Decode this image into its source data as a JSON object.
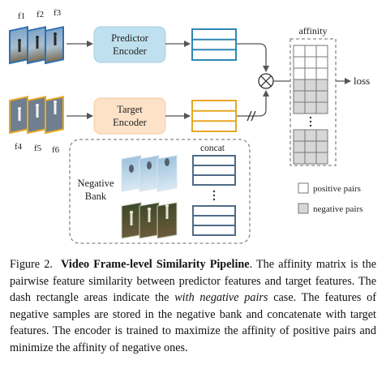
{
  "frames": {
    "top": [
      "f1",
      "f2",
      "f3"
    ],
    "bottom": [
      "f4",
      "f5",
      "f6"
    ]
  },
  "predictor_encoder": [
    "Predictor",
    "Encoder"
  ],
  "target_encoder": [
    "Target",
    "Encoder"
  ],
  "negative_bank": [
    "Negative",
    "Bank"
  ],
  "concat_label": "concat",
  "affinity_label": "affinity",
  "loss_label": "loss",
  "legend": {
    "positive": "positive pairs",
    "negative": "negative pairs"
  },
  "colors": {
    "predictor_fill": "#bfe0ef",
    "target_fill": "#fde2c8",
    "pred_feature": "#2f86b5",
    "target_feature": "#e7a824",
    "bank_feature": "#4f6b87",
    "negative_cell": "#d7d7d7"
  },
  "caption": {
    "label": "Figure 2.",
    "title": "Video Frame-level Similarity Pipeline",
    "text1": ". The affinity matrix is the pairwise feature similarity between predictor features and target features. The dash rectangle areas indicate the ",
    "italic": "with negative pairs",
    "text2": " case. The features of negative samples are stored in the negative bank and concatenate with target features. The encoder is trained to maximize the affinity of positive pairs and minimize the affinity of negative ones."
  }
}
